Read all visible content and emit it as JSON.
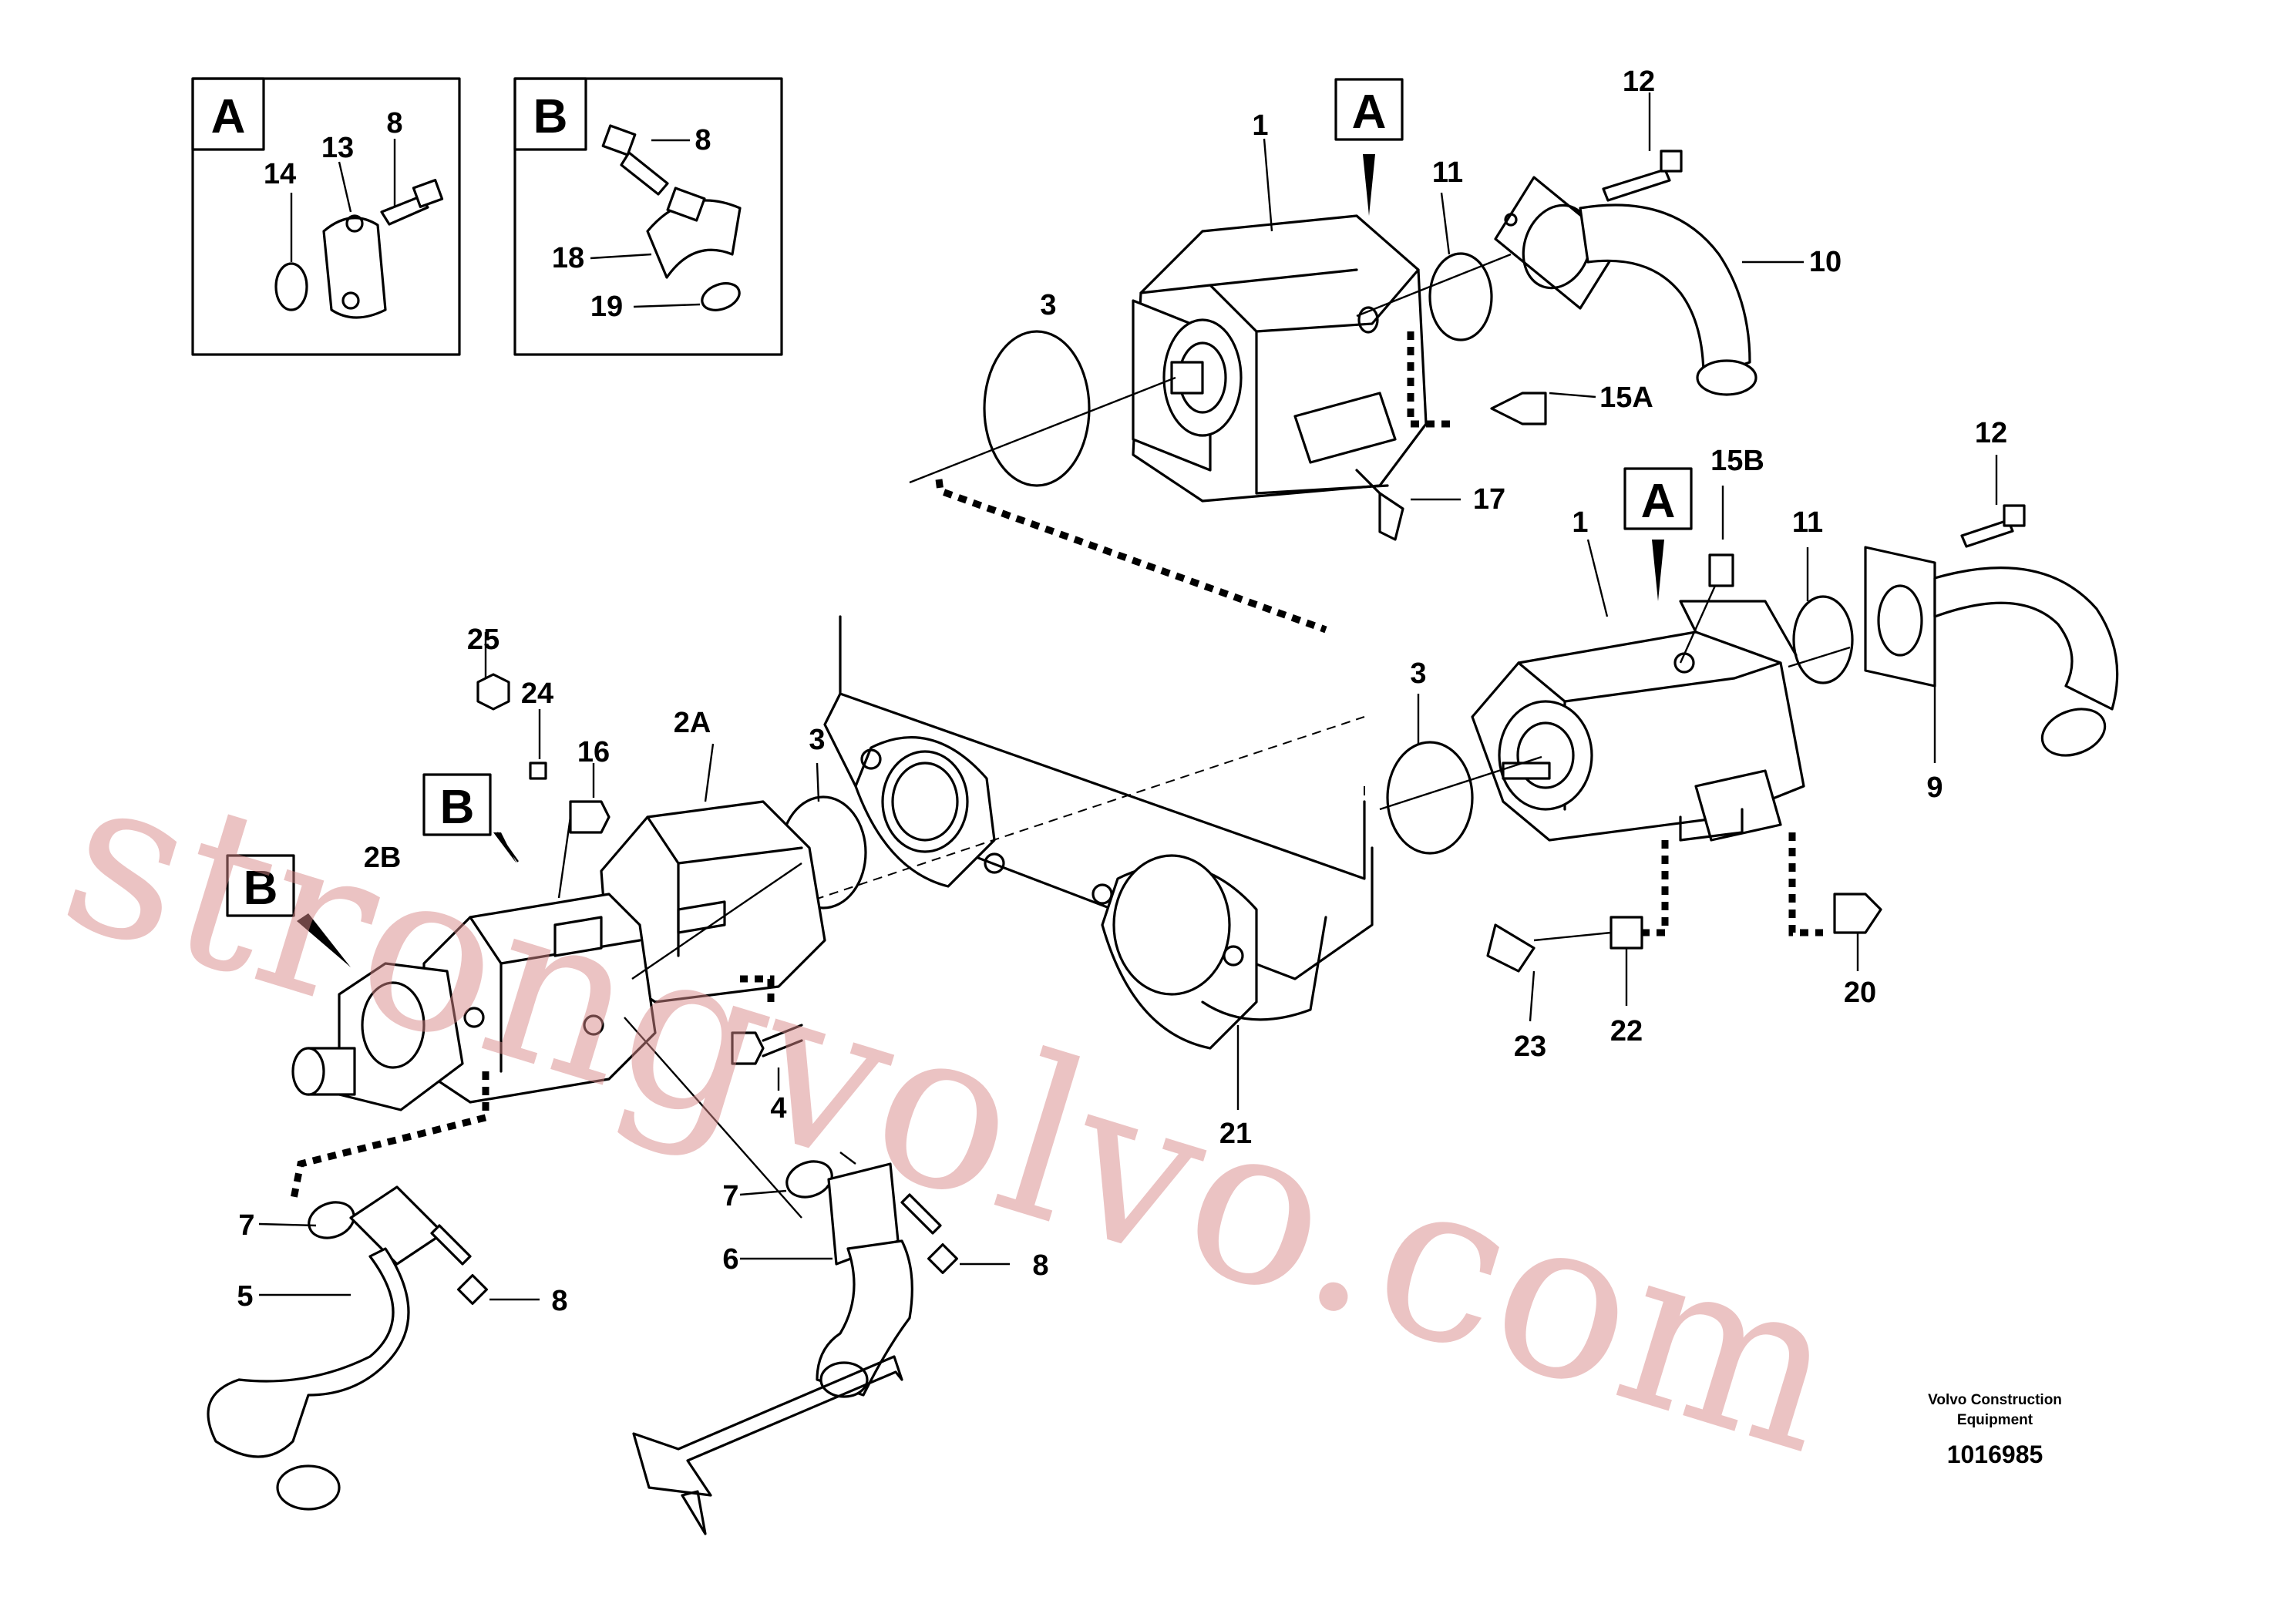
{
  "detail_boxes": [
    {
      "letter": "A",
      "labels": [
        "14",
        "13",
        "8"
      ]
    },
    {
      "letter": "B",
      "labels": [
        "8",
        "18",
        "19"
      ]
    }
  ],
  "callouts": [
    "A",
    "A",
    "B",
    "B"
  ],
  "part_labels": {
    "l1a": "1",
    "l1b": "1",
    "l2a": "2A",
    "l2b": "2B",
    "l3a": "3",
    "l3b": "3",
    "l3c": "3",
    "l4": "4",
    "l5": "5",
    "l6": "6",
    "l7a": "7",
    "l7b": "7",
    "l8a": "8",
    "l8b": "8",
    "l9": "9",
    "l10": "10",
    "l11a": "11",
    "l11b": "11",
    "l12a": "12",
    "l12b": "12",
    "l15a": "15A",
    "l15b": "15B",
    "l16": "16",
    "l17": "17",
    "l20": "20",
    "l21": "21",
    "l22": "22",
    "l23": "23",
    "l24": "24",
    "l25": "25"
  },
  "footer": {
    "company_line1": "Volvo Construction",
    "company_line2": "Equipment",
    "drawing_number": "1016985"
  },
  "watermark": "strongvolvo.com"
}
